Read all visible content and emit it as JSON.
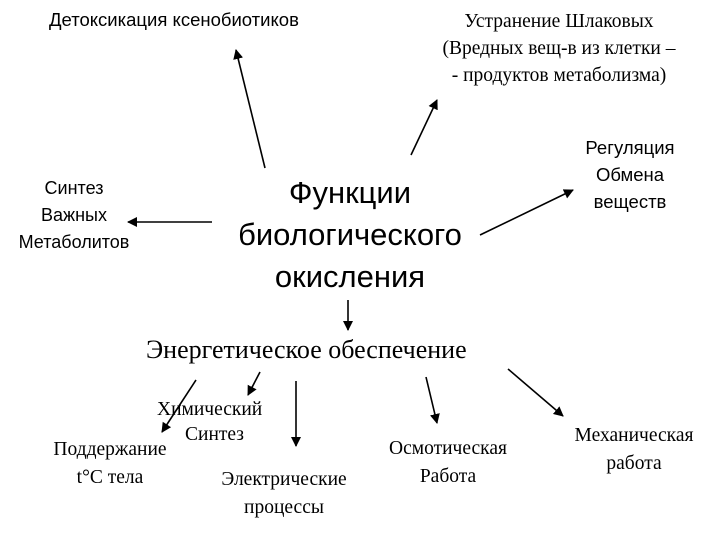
{
  "diagram": {
    "center": {
      "lines": [
        "Функции",
        "биологического",
        "окисления"
      ]
    },
    "detox": {
      "text": "Детоксикация ксенобиотиков"
    },
    "removal": {
      "lines": [
        "Устранение Шлаковых",
        "(Вредных вещ-в из клетки –",
        "- продуктов метаболизма)"
      ]
    },
    "regulation": {
      "lines": [
        "Регуляция",
        "Обмена",
        "веществ"
      ]
    },
    "synthesis": {
      "lines": [
        "Синтез",
        "Важных",
        "Метаболитов"
      ]
    },
    "energy": {
      "text": "Энергетическое обеспечение"
    },
    "chemical": {
      "lines": [
        "Химический",
        "Синтез"
      ]
    },
    "thermo": {
      "lines": [
        "Поддержание",
        "t°С тела"
      ]
    },
    "electric": {
      "lines": [
        "Электрические",
        "процессы"
      ]
    },
    "osmotic": {
      "lines": [
        "Осмотическая",
        "Работа"
      ]
    },
    "mechanical": {
      "lines": [
        "Механическая",
        "работа"
      ]
    },
    "colors": {
      "ink": "#000000",
      "background": "#ffffff"
    }
  }
}
